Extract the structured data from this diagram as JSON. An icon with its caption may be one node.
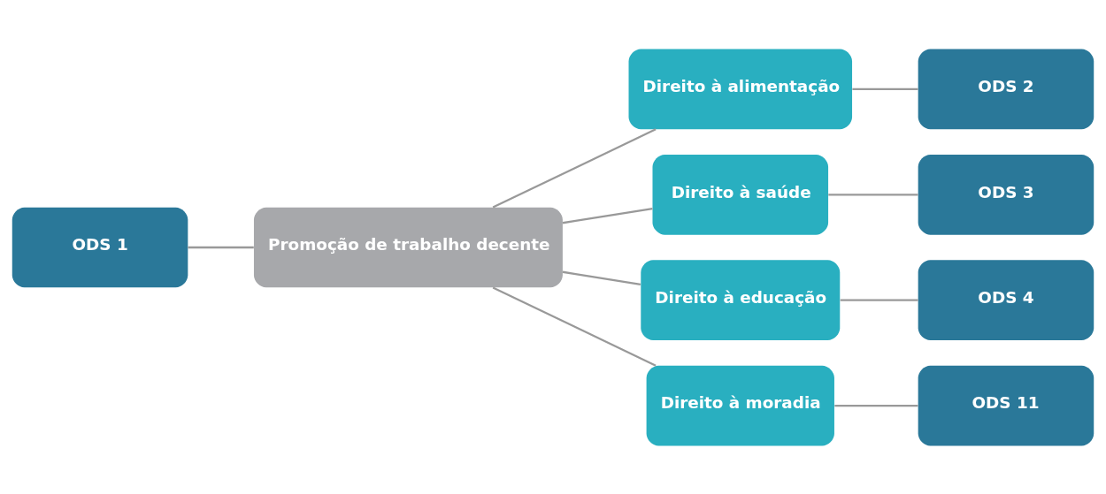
{
  "diagram": {
    "nodes": [
      {
        "text": [
          "ODS 1"
        ]
      },
      {
        "text": [
          "Promoção de trabalho decente"
        ]
      },
      {
        "text": [
          "Direito à alimentação"
        ]
      },
      {
        "text": [
          "ODS 2"
        ]
      },
      {
        "text": [
          "Direito à saúde"
        ]
      },
      {
        "text": [
          "ODS 3"
        ]
      },
      {
        "text": [
          "Direito à educação"
        ]
      },
      {
        "text": [
          "ODS 4"
        ]
      },
      {
        "text": [
          "Direito à moradia"
        ]
      },
      {
        "text": [
          "ODS 11"
        ]
      }
    ],
    "edges": [
      {
        "from": 0,
        "to": 1,
        "arrow": "none"
      },
      {
        "from": 1,
        "to": 2,
        "arrow": "none"
      },
      {
        "from": 1,
        "to": 4,
        "arrow": "none"
      },
      {
        "from": 1,
        "to": 6,
        "arrow": "none"
      },
      {
        "from": 1,
        "to": 8,
        "arrow": "none"
      },
      {
        "from": 2,
        "to": 3,
        "arrow": "none"
      },
      {
        "from": 4,
        "to": 5,
        "arrow": "none"
      },
      {
        "from": 6,
        "to": 7,
        "arrow": "none"
      },
      {
        "from": 8,
        "to": 9,
        "arrow": "none"
      }
    ]
  }
}
